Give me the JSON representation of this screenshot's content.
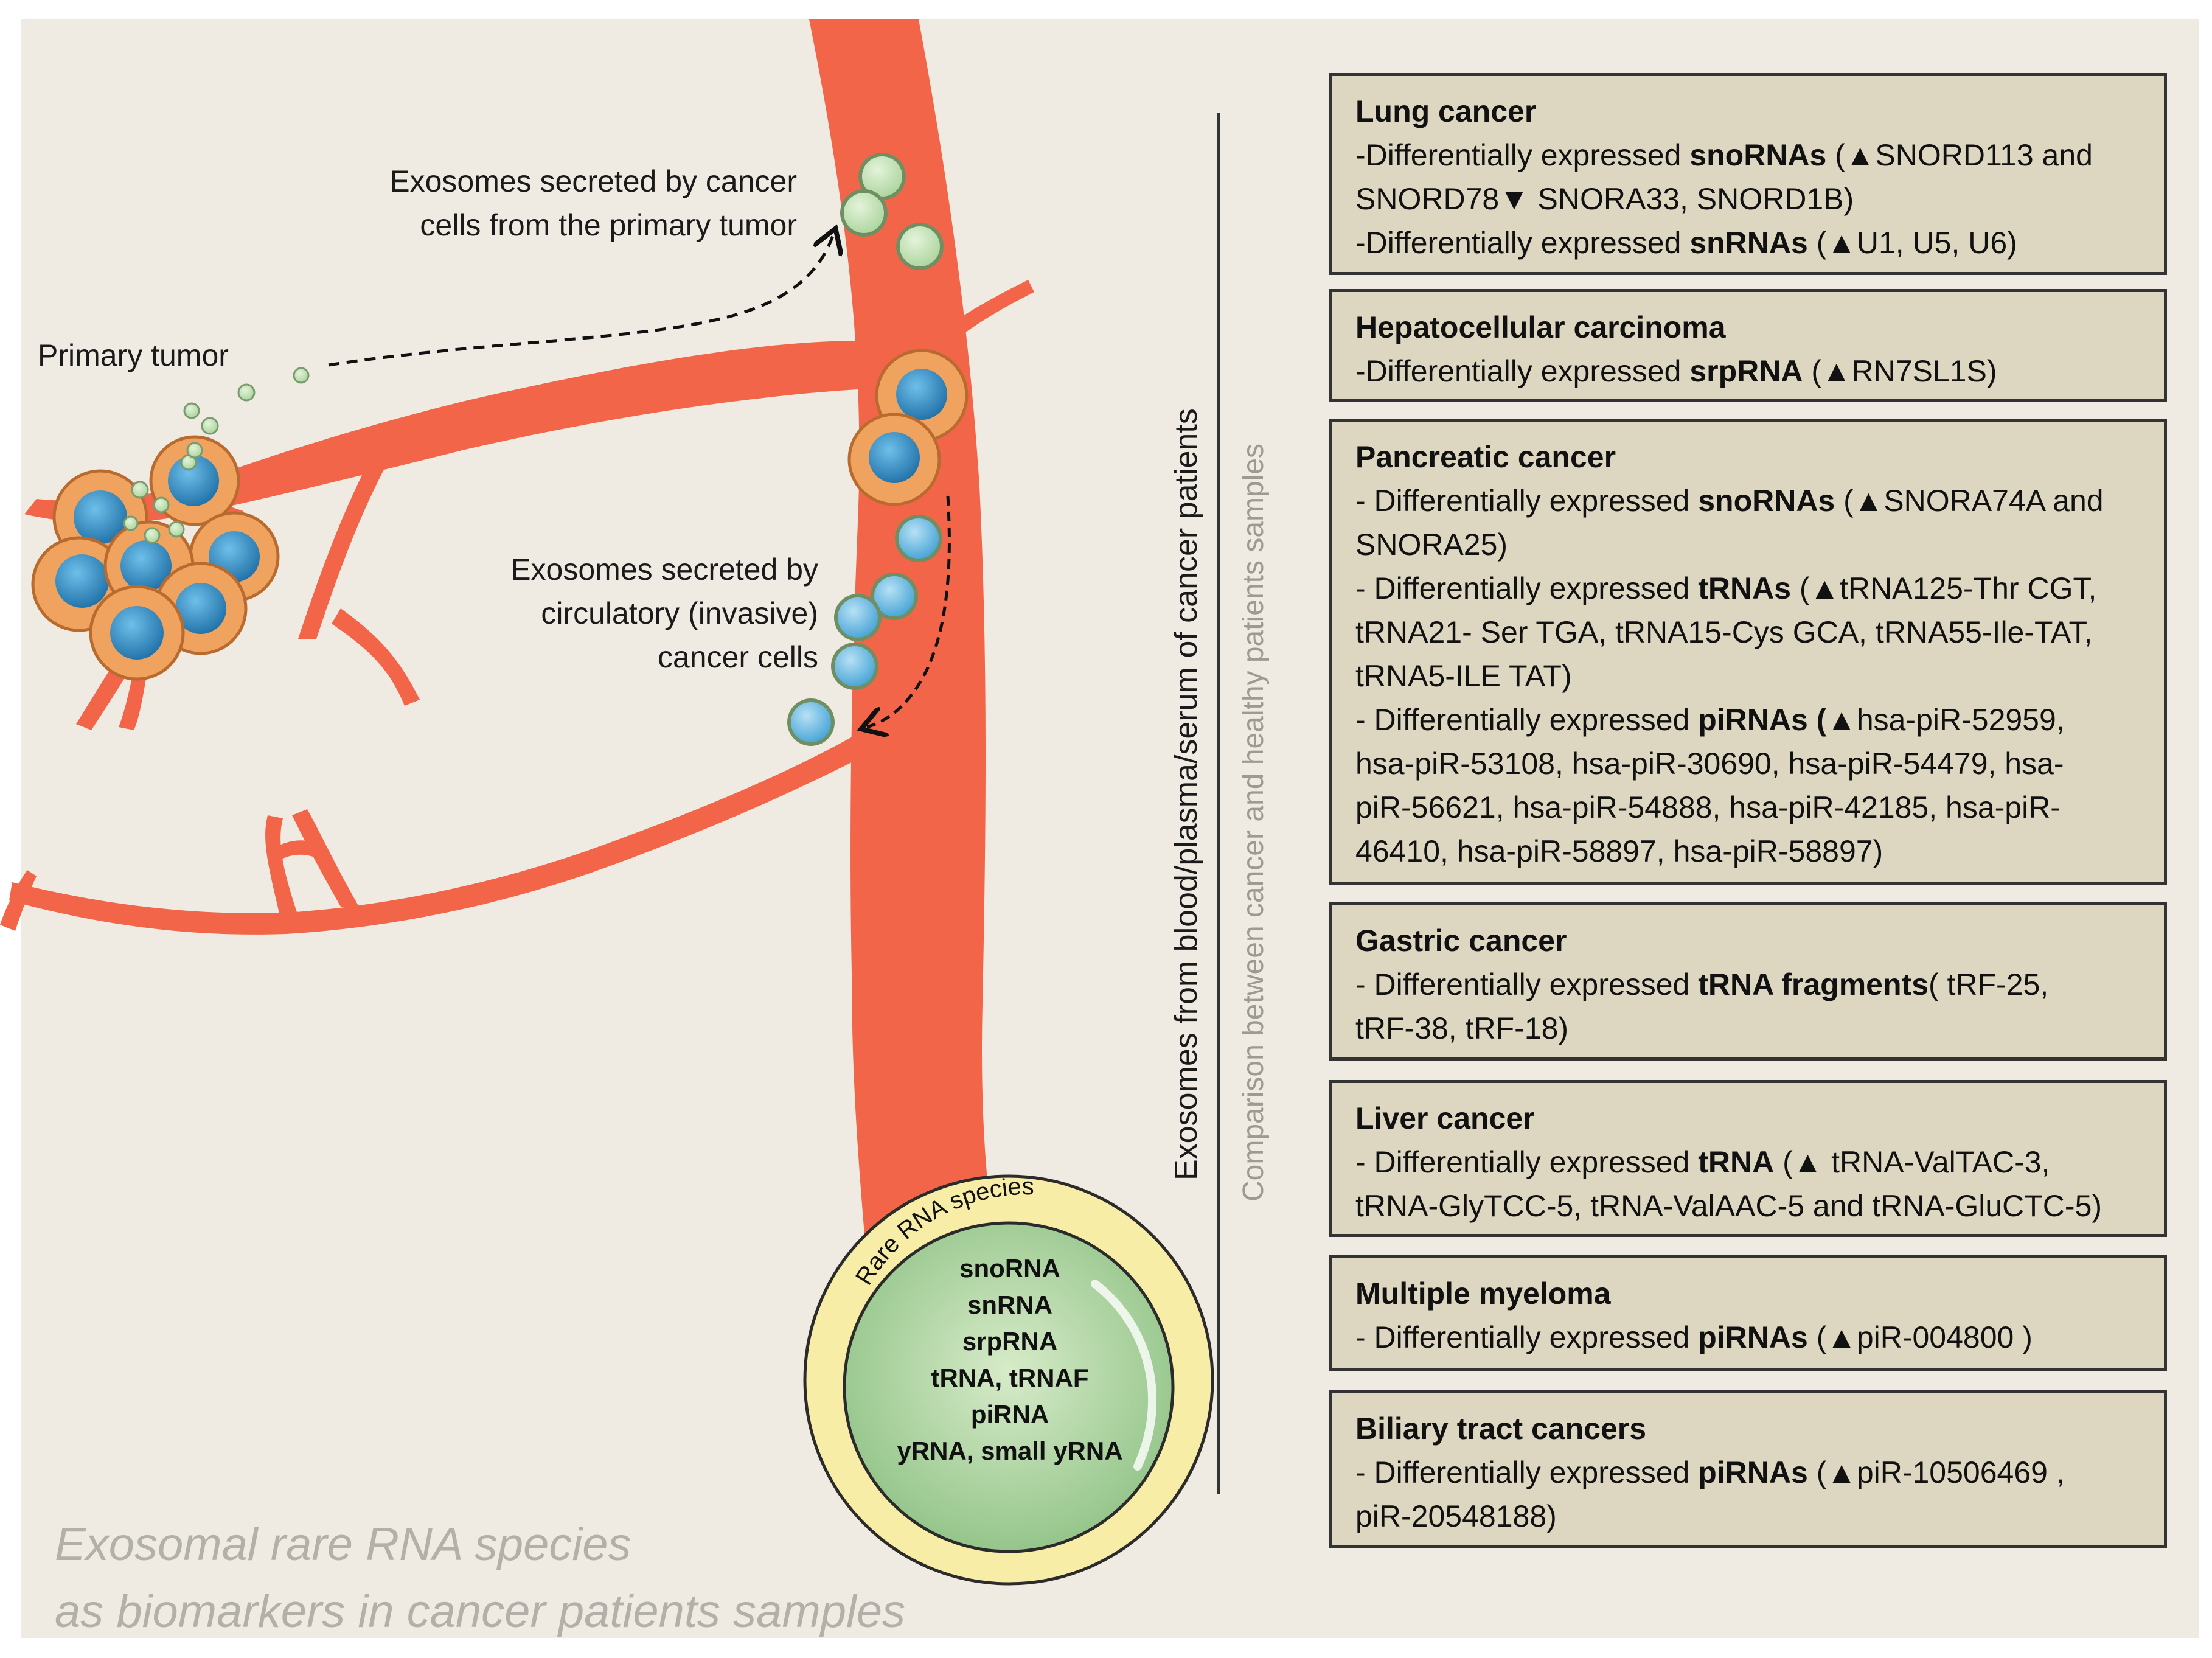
{
  "labels": {
    "primary_tumor": "Primary tumor",
    "exosomes_primary": [
      "Exosomes secreted by cancer",
      "cells from the primary tumor"
    ],
    "exosomes_circulatory": [
      "Exosomes secreted by",
      "circulatory (invasive)",
      "cancer cells"
    ],
    "rare_rna_ring": "Rare RNA species",
    "rare_rna_list": [
      "snoRNA",
      "snRNA",
      "srpRNA",
      "tRNA, tRNAF",
      "piRNA",
      "yRNA, small yRNA"
    ],
    "vertical_main": "Exosomes from blood/plasma/serum  of cancer patients",
    "vertical_sub": "Comparison between cancer and healthy patients samples",
    "title_line1": "Exosomal rare RNA species",
    "title_line2": "as biomarkers in cancer patients samples"
  },
  "boxes": [
    {
      "title": "Lung cancer",
      "lines": [
        {
          "pre": "-Differentially expressed ",
          "bold": "snoRNAs",
          "post": " (▲SNORD113 and"
        },
        {
          "pre": "SNORD78▼ SNORA33, SNORD1B)",
          "bold": "",
          "post": ""
        },
        {
          "pre": "-Differentially expressed ",
          "bold": "snRNAs",
          "post": " (▲U1, U5, U6)"
        }
      ]
    },
    {
      "title": "Hepatocellular carcinoma",
      "lines": [
        {
          "pre": "-Differentially expressed ",
          "bold": "srpRNA",
          "post": " (▲RN7SL1S)"
        }
      ]
    },
    {
      "title": "Pancreatic cancer",
      "lines": [
        {
          "pre": "- Differentially expressed ",
          "bold": "snoRNAs",
          "post": " (▲SNORA74A and"
        },
        {
          "pre": "SNORA25)",
          "bold": "",
          "post": ""
        },
        {
          "pre": "- Differentially expressed ",
          "bold": "tRNAs",
          "post": " (▲tRNA125-Thr CGT,"
        },
        {
          "pre": "tRNA21- Ser TGA, tRNA15-Cys GCA, tRNA55-Ile-TAT,",
          "bold": "",
          "post": ""
        },
        {
          "pre": "tRNA5-ILE TAT)",
          "bold": "",
          "post": ""
        },
        {
          "pre": "- Differentially expressed ",
          "bold": "piRNAs (",
          "post": "▲hsa-piR-52959,"
        },
        {
          "pre": "hsa-piR-53108, hsa-piR-30690, hsa-piR-54479, hsa-",
          "bold": "",
          "post": ""
        },
        {
          "pre": "piR-56621, hsa-piR-54888, hsa-piR-42185, hsa-piR-",
          "bold": "",
          "post": ""
        },
        {
          "pre": "46410, hsa-piR-58897, hsa-piR-58897)",
          "bold": "",
          "post": ""
        }
      ]
    },
    {
      "title": "Gastric cancer",
      "lines": [
        {
          "pre": "- Differentially expressed ",
          "bold": "tRNA fragments",
          "post": "( tRF-25,"
        },
        {
          "pre": "tRF-38, tRF-18)",
          "bold": "",
          "post": ""
        }
      ]
    },
    {
      "title": "Liver cancer",
      "lines": [
        {
          "pre": "- Differentially expressed ",
          "bold": "tRNA",
          "post": " (▲ tRNA-ValTAC-3,"
        },
        {
          "pre": "tRNA-GlyTCC-5, tRNA-ValAAC-5 and tRNA-GluCTC-5)",
          "bold": "",
          "post": ""
        }
      ]
    },
    {
      "title": "Multiple myeloma",
      "lines": [
        {
          "pre": "- Differentially expressed ",
          "bold": "piRNAs",
          "post": " (▲piR-004800 )"
        }
      ]
    },
    {
      "title": "Biliary tract cancers",
      "lines": [
        {
          "pre": "- Differentially expressed ",
          "bold": "piRNAs",
          "post": " (▲piR-10506469 ,"
        },
        {
          "pre": "piR-20548188)",
          "bold": "",
          "post": ""
        }
      ]
    }
  ],
  "colors": {
    "vessel": "#f26548",
    "tumor_cell": "#f0a35e",
    "nucleus": "#3f95c9",
    "green_vesicle": "#cfe8c0",
    "blue_vesicle": "#7fc3e6",
    "box_fill": "#ddd6c1",
    "background": "#efebe2"
  }
}
